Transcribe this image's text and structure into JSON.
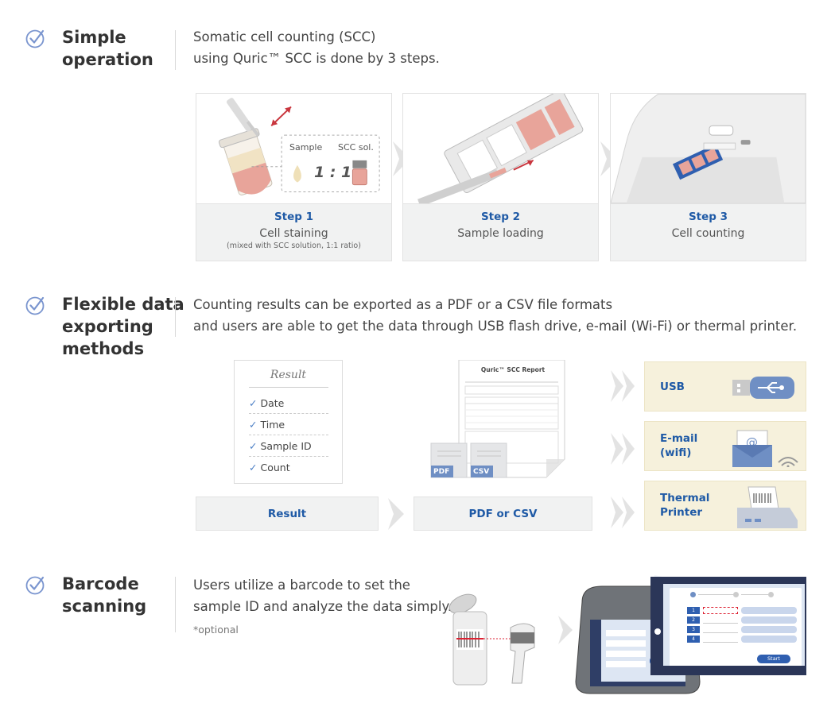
{
  "sections": {
    "simple": {
      "title_line1": "Simple",
      "title_line2": "operation",
      "desc_line1": "Somatic cell counting (SCC)",
      "desc_line2": "using Quric™ SCC is done by 3 steps."
    },
    "export": {
      "title_line1": "Flexible data",
      "title_line2": "exporting",
      "title_line3": "methods",
      "desc_line1": "Counting results can be exported as a PDF or a CSV file formats",
      "desc_line2": "and users are able to get the data through USB flash drive, e-mail (Wi-Fi) or thermal printer."
    },
    "barcode": {
      "title_line1": "Barcode",
      "title_line2": "scanning",
      "desc_line1": "Users utilize a barcode to set the",
      "desc_line2": "sample ID and analyze the data simply.",
      "note": "*optional"
    }
  },
  "steps": [
    {
      "no": "Step 1",
      "name": "Cell staining",
      "sub": "(mixed with SCC solution, 1:1 ratio)"
    },
    {
      "no": "Step 2",
      "name": "Sample loading",
      "sub": ""
    },
    {
      "no": "Step 3",
      "name": "Cell counting",
      "sub": ""
    }
  ],
  "step1_graphic": {
    "sample_label": "Sample",
    "sol_label": "SCC sol.",
    "ratio": "1 : 1"
  },
  "result_card": {
    "title": "Result",
    "items": [
      "Date",
      "Time",
      "Sample ID",
      "Count"
    ]
  },
  "export_labels": {
    "result": "Result",
    "pdf_csv": "PDF or CSV"
  },
  "report": {
    "title": "Quric™ SCC Report",
    "pdf_tag": "PDF",
    "csv_tag": "CSV"
  },
  "options": [
    {
      "line1": "USB",
      "line2": ""
    },
    {
      "line1": "E-mail",
      "line2": "(wifi)"
    },
    {
      "line1": "Thermal",
      "line2": "Printer"
    }
  ],
  "device_screen": {
    "start_label": "Start",
    "rows": [
      "1",
      "2",
      "3",
      "4"
    ]
  },
  "colors": {
    "accent_blue": "#1f5aa6",
    "option_bg": "#f6f1dc",
    "check": "#6a8fd0",
    "footer_bg": "#f1f2f2"
  }
}
